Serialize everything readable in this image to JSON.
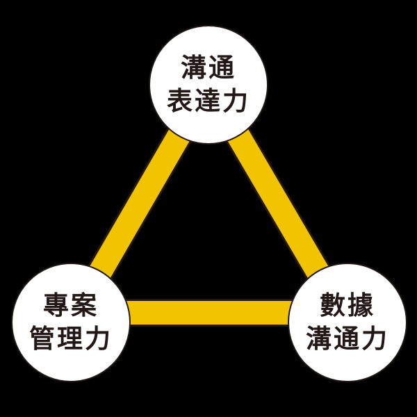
{
  "diagram": {
    "type": "triangle-relationship",
    "colors": {
      "background": "#000000",
      "link": "#F2C300",
      "node_fill": "#FFFFFF",
      "text": "#231815"
    },
    "nodes": [
      {
        "id": "top",
        "lines": [
          "溝通",
          "表達力"
        ]
      },
      {
        "id": "bottom-left",
        "lines": [
          "專案",
          "管理力"
        ]
      },
      {
        "id": "bottom-right",
        "lines": [
          "數據",
          "溝通力"
        ]
      }
    ],
    "links": [
      {
        "from": "top",
        "to": "bottom-left"
      },
      {
        "from": "top",
        "to": "bottom-right"
      },
      {
        "from": "bottom-left",
        "to": "bottom-right"
      }
    ]
  }
}
